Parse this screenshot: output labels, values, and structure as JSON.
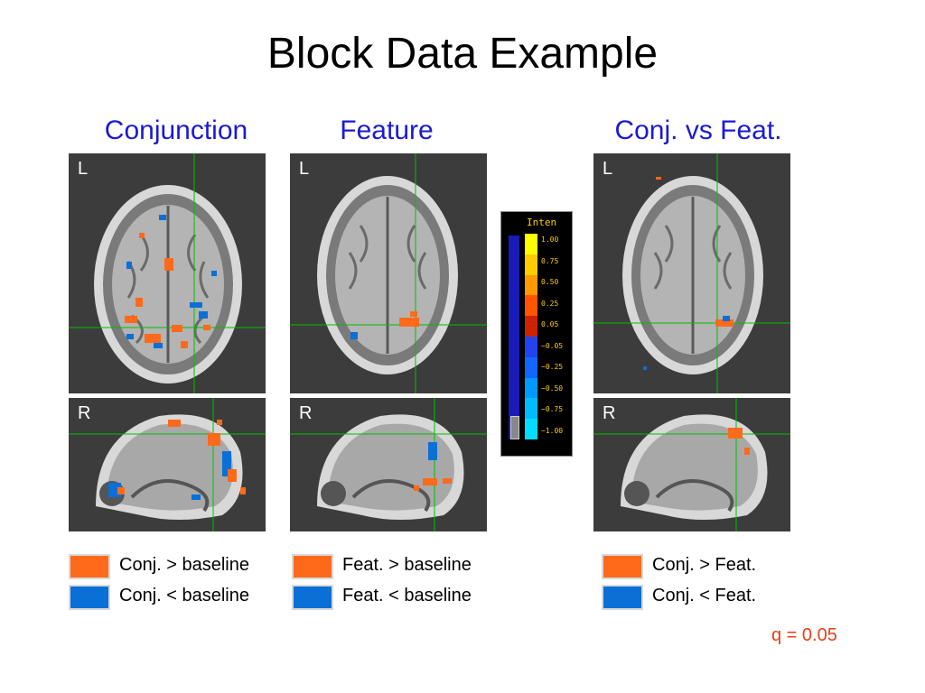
{
  "title": "Block Data Example",
  "columns": [
    {
      "title": "Conjunction",
      "top_label": "L",
      "bottom_label": "R"
    },
    {
      "title": "Feature",
      "top_label": "L",
      "bottom_label": "R"
    },
    {
      "title": "Conj. vs Feat.",
      "top_label": "L",
      "bottom_label": "R"
    }
  ],
  "colorscale": {
    "title": "Inten",
    "ticks": [
      "1.00",
      "0.75",
      "0.50",
      "0.25",
      "0.05",
      "−0.05",
      "−0.25",
      "−0.50",
      "−0.75",
      "−1.00"
    ],
    "colors": [
      "#ffff00",
      "#ffcc00",
      "#ff9900",
      "#ff5500",
      "#cc2200",
      "#2244ee",
      "#1166ff",
      "#0099ff",
      "#00bbff",
      "#00ddff"
    ]
  },
  "legend": {
    "pos_color": "#ff6a1a",
    "neg_color": "#0a6fd6",
    "items": [
      {
        "text": "Conj. > baseline",
        "color": "pos"
      },
      {
        "text": "Conj. < baseline",
        "color": "neg"
      },
      {
        "text": "Feat. > baseline",
        "color": "pos"
      },
      {
        "text": "Feat. < baseline",
        "color": "neg"
      },
      {
        "text": "Conj. > Feat.",
        "color": "pos"
      },
      {
        "text": "Conj. < Feat.",
        "color": "neg"
      }
    ]
  },
  "q_value": "q = 0.05"
}
